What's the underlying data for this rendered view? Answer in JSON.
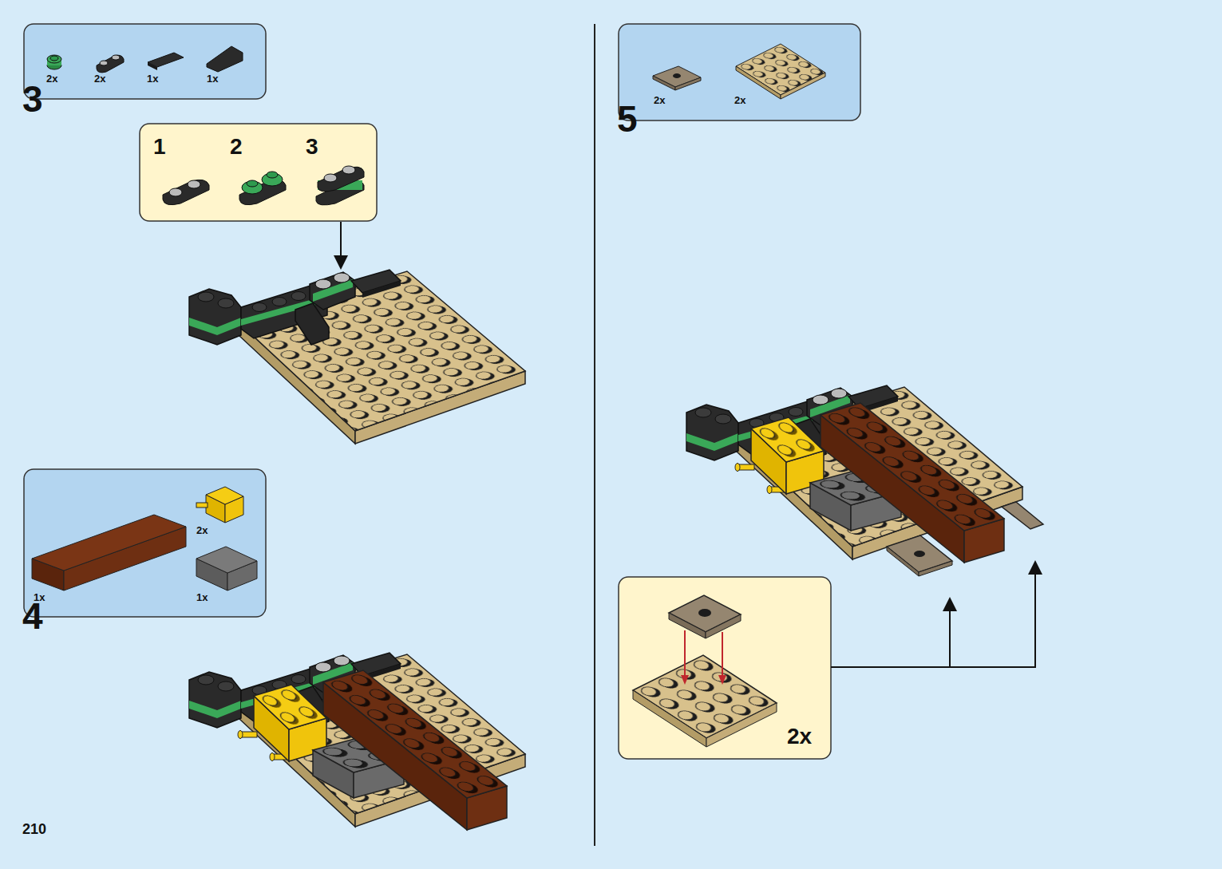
{
  "diagram": {
    "nodes": [
      {
        "text": [
          "2x",
          "2x",
          "1x",
          "1x"
        ]
      },
      {
        "text": [
          "1",
          "2",
          "3"
        ]
      },
      {
        "text": [
          "2x",
          "1x",
          "1x"
        ]
      },
      {
        "text": [
          "2x",
          "2x"
        ]
      },
      {
        "text": [
          "2x"
        ]
      }
    ],
    "labels": [
      "3",
      "4",
      "5",
      "210"
    ]
  }
}
